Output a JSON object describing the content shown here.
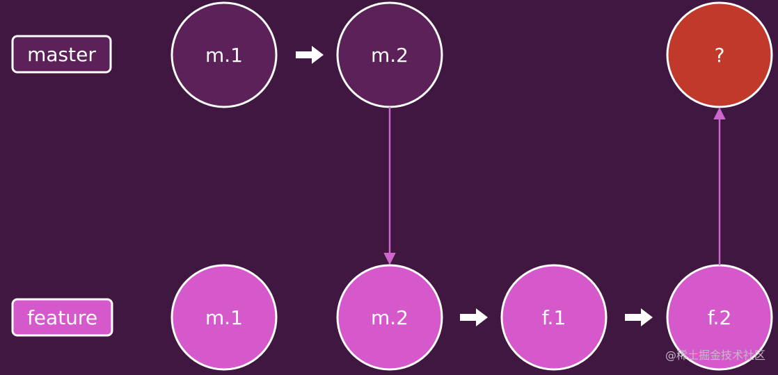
{
  "branches": {
    "master": {
      "label": "master",
      "color": "#5b2158",
      "border": "#ffffff"
    },
    "feature": {
      "label": "feature",
      "color": "#d659cc",
      "border": "#ffffff"
    }
  },
  "commits": {
    "master_m1": "m.1",
    "master_m2": "m.2",
    "merge_unknown": "?",
    "feature_m1": "m.1",
    "feature_m2": "m.2",
    "feature_f1": "f.1",
    "feature_f2": "f.2"
  },
  "colors": {
    "background": "#3f1740",
    "arrow_white": "#ffffff",
    "arrow_pink": "#cc66cc",
    "merge_node": "#c0392b"
  },
  "watermark": "@稀土掘金技术社区"
}
